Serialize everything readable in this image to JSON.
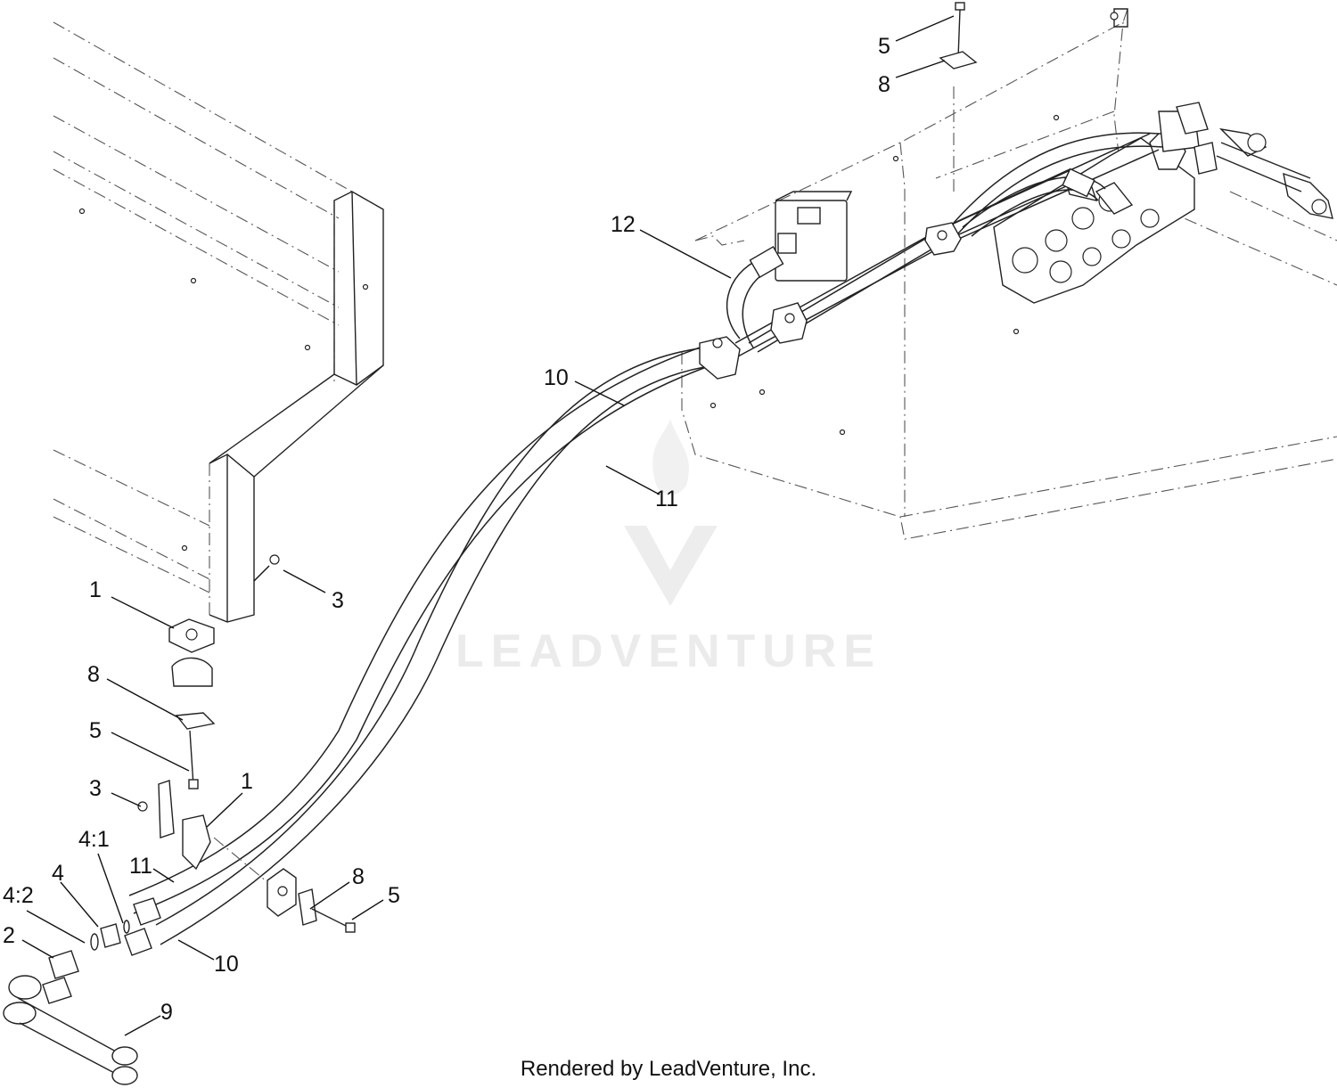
{
  "diagram": {
    "watermark": "LEADVENTURE",
    "footer": "Rendered by LeadVenture, Inc.",
    "callouts": [
      "5",
      "8",
      "12",
      "10",
      "11",
      "3",
      "1",
      "8",
      "5",
      "3",
      "1",
      "4:1",
      "11",
      "4",
      "4:2",
      "8",
      "5",
      "2",
      "10",
      "9"
    ]
  }
}
